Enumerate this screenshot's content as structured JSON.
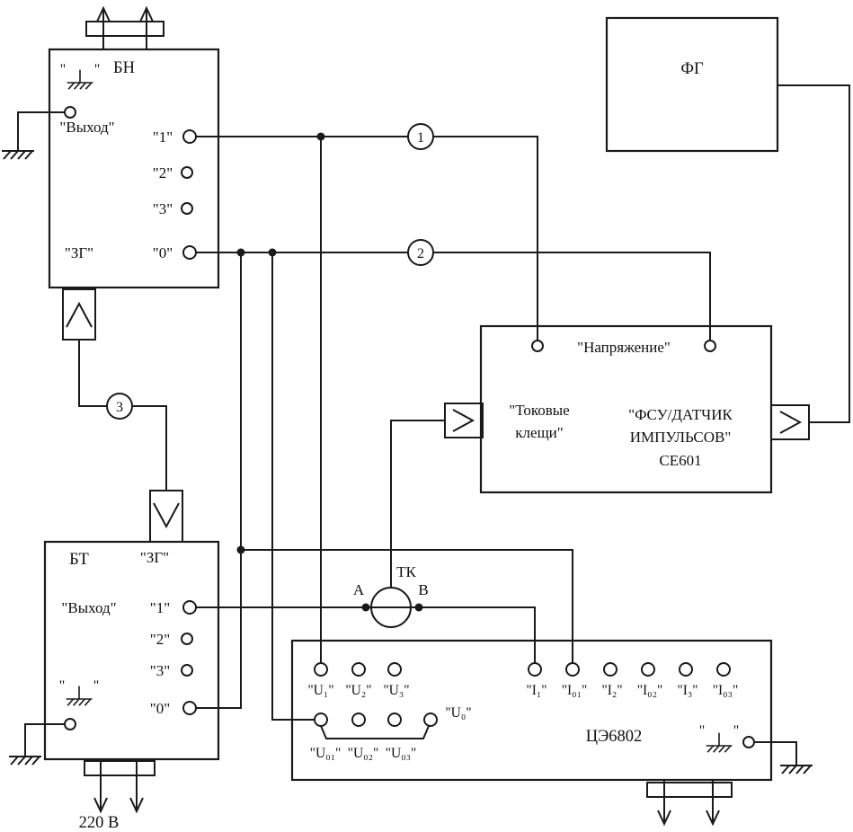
{
  "labels": {
    "q": "\"",
    "bn": {
      "name": "БН",
      "output": "\"Выход\"",
      "zg": "\"ЗГ\"",
      "t1": "\"1\"",
      "t2": "\"2\"",
      "t3": "\"3\"",
      "t0": "\"0\""
    },
    "fg": {
      "name": "ФГ"
    },
    "se601": {
      "voltage": "\"Напряжение\"",
      "clamps1": "\"Токовые",
      "clamps2": "клещи\"",
      "title1": "\"ФСУ/ДАТЧИК",
      "title2": "ИМПУЛЬСОВ\"",
      "title3": "СЕ601"
    },
    "bt": {
      "name": "БТ",
      "zg": "\"ЗГ\"",
      "output": "\"Выход\"",
      "t1": "\"1\"",
      "t2": "\"2\"",
      "t3": "\"3\"",
      "t0": "\"0\""
    },
    "tk": {
      "name": "ТК",
      "a": "А",
      "b": "В"
    },
    "meter": {
      "name": "ЦЭ6802",
      "u1": "\"U₁\"",
      "u2": "\"U₂\"",
      "u3": "\"U₃\"",
      "i1": "\"I₁\"",
      "i01": "\"I₀₁\"",
      "i2": "\"I₂\"",
      "i02": "\"I₀₂\"",
      "i3": "\"I₃\"",
      "i03": "\"I₀₃\"",
      "u01": "\"U₀₁\"",
      "u02": "\"U₀₂\"",
      "u03": "\"U₀₃\"",
      "u0": "\"U₀\""
    },
    "markers": {
      "m1": "1",
      "m2": "2",
      "m3": "3"
    },
    "mains": "220 В"
  }
}
